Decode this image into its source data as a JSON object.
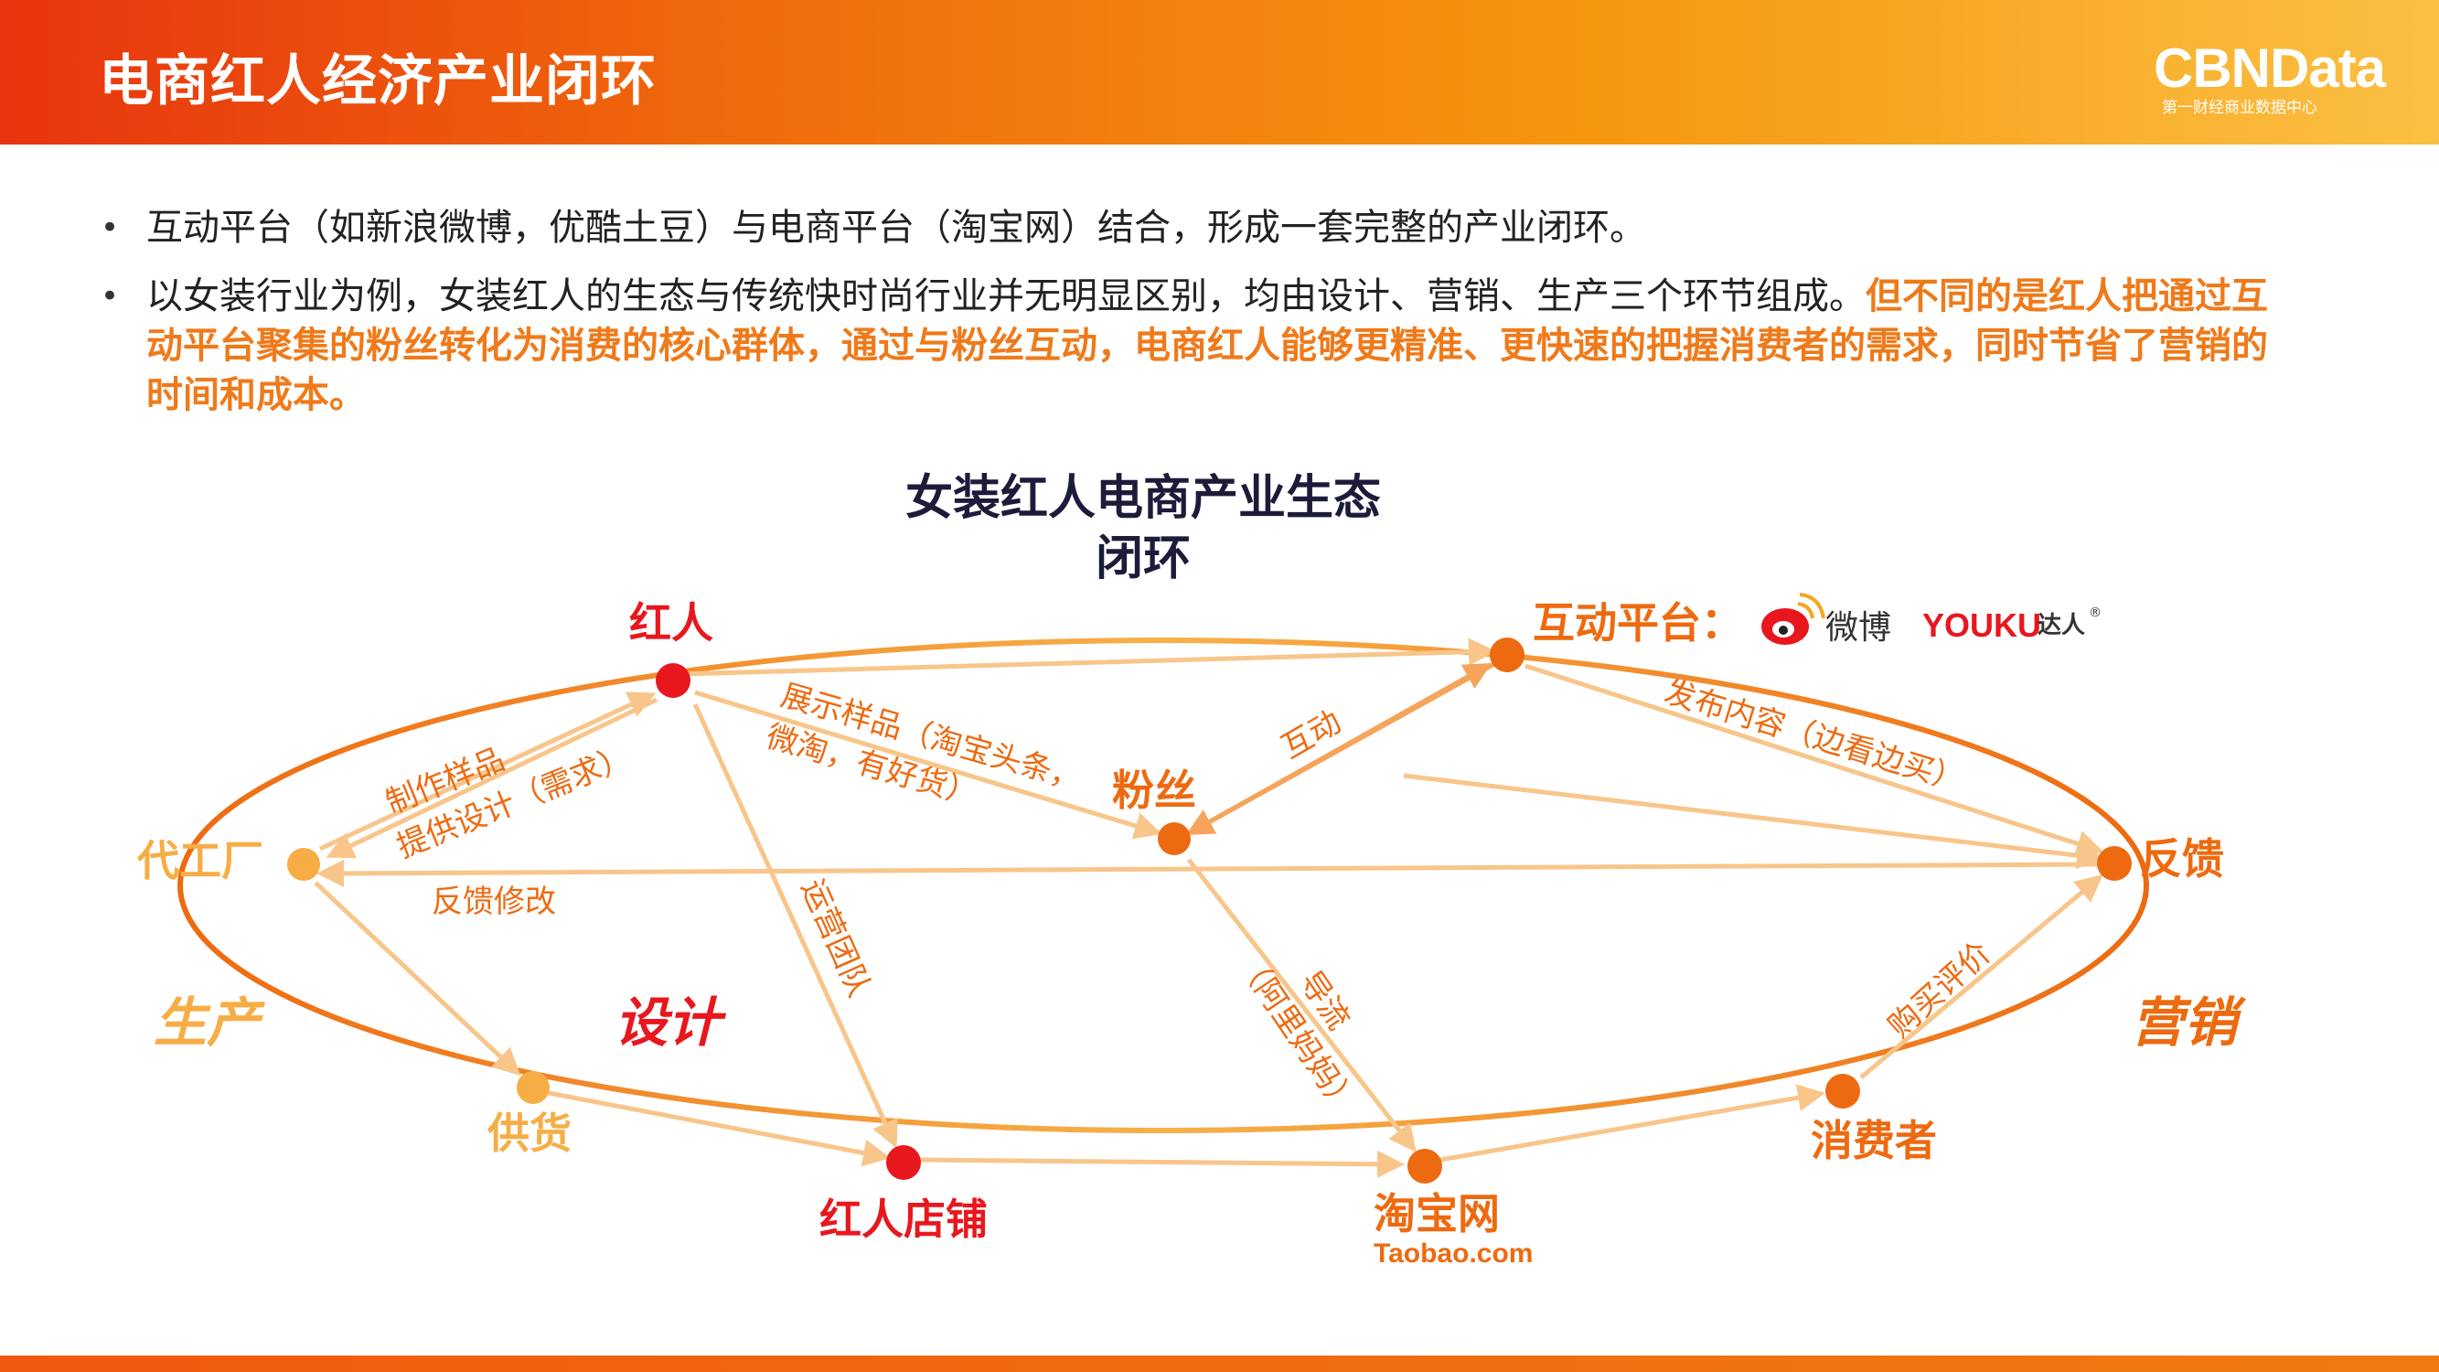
{
  "header": {
    "title": "电商红人经济产业闭环",
    "logo": "CBNData",
    "logo_sub": "第一财经商业数据中心"
  },
  "bullets": [
    {
      "text": "互动平台（如新浪微博，优酷土豆）与电商平台（淘宝网）结合，形成一套完整的产业闭环。"
    },
    {
      "text": "以女装行业为例，女装红人的生态与传统快时尚行业并无明显区别，均由设计、营销、生产三个环节组成。",
      "highlight": "但不同的是红人把通过互动平台聚集的粉丝转化为消费的核心群体，通过与粉丝互动，电商红人能够更精准、更快速的把握消费者的需求，同时节省了营销的时间和成本。"
    }
  ],
  "diagram": {
    "title_line1": "女装红人电商产业生态",
    "title_line2": "闭环",
    "nodes": {
      "hongren": "红人",
      "hudong": "互动平台：",
      "fensi": "粉丝",
      "fankui": "反馈",
      "daigongchang": "代工厂",
      "gonghuo": "供货",
      "dianpu": "红人店铺",
      "taobao": "淘宝网",
      "taobao_sub": "Taobao.com",
      "xiaofeizhe": "消费者"
    },
    "platform_logos": {
      "weibo": "微博",
      "youku": "YOUKU",
      "daren": "达人",
      "reg": "®"
    },
    "stages": {
      "shengchan": "生产",
      "sheji": "设计",
      "yingxiao": "营销"
    },
    "edges": {
      "zhizuo": "制作样品",
      "tigong": "提供设计（需求）",
      "fankuixiugai": "反馈修改",
      "zhanshi1": "展示样品（淘宝头条，",
      "zhanshi2": "微淘，有好货）",
      "hudong": "互动",
      "fabu": "发布内容（边看边买）",
      "yunying": "运营团队",
      "daoliu1": "导流",
      "daoliu2": "（阿里妈妈）",
      "goumai": "购买评价"
    },
    "colors": {
      "red": "#e8171e",
      "orange": "#ee6a10",
      "orange_mid": "#f08a25",
      "yellow": "#f7ad45",
      "title": "#1c1c3a"
    }
  }
}
